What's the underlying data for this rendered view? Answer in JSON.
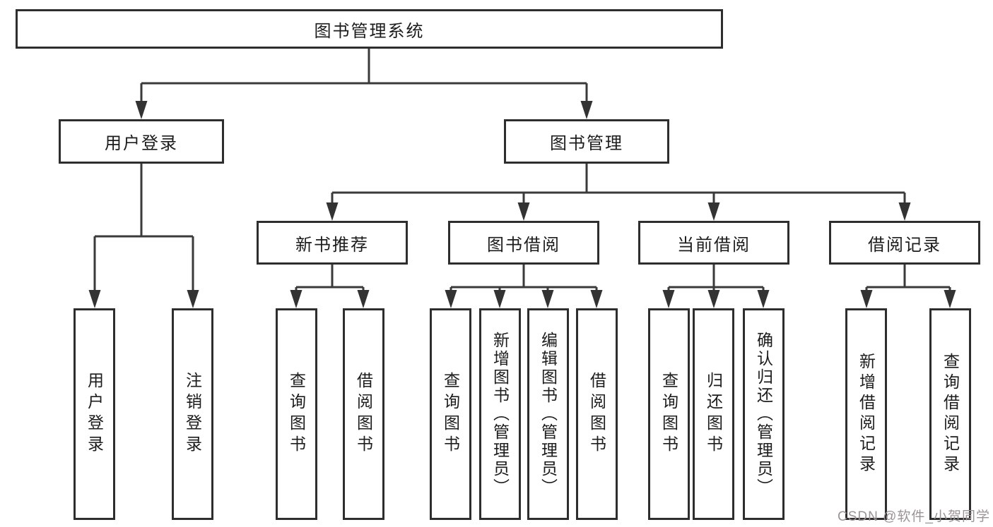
{
  "diagram": {
    "root_label": "图书管理系统",
    "level2": [
      "用户登录",
      "图书管理"
    ],
    "level3": [
      "新书推荐",
      "图书借阅",
      "当前借阅",
      "借阅记录"
    ],
    "leaves": {
      "login": [
        "用户登录",
        "注销登录"
      ],
      "recommend": [
        "查询图书",
        "借阅图书"
      ],
      "borrow": [
        "查询图书",
        "新增图书（管理员）",
        "编辑图书（管理员）",
        "借阅图书"
      ],
      "current": [
        "查询图书",
        "归还图书",
        "确认归还（管理员）"
      ],
      "records": [
        "新增借阅记录",
        "查询借阅记录"
      ]
    }
  },
  "watermark": {
    "text": "CSDN @软件_小贺同学",
    "color": "#9c9396"
  },
  "colors": {
    "background": "#ffffff",
    "box_border": "#2e2e2e",
    "line": "#3a3a3a",
    "text": "#1c1c1c"
  }
}
